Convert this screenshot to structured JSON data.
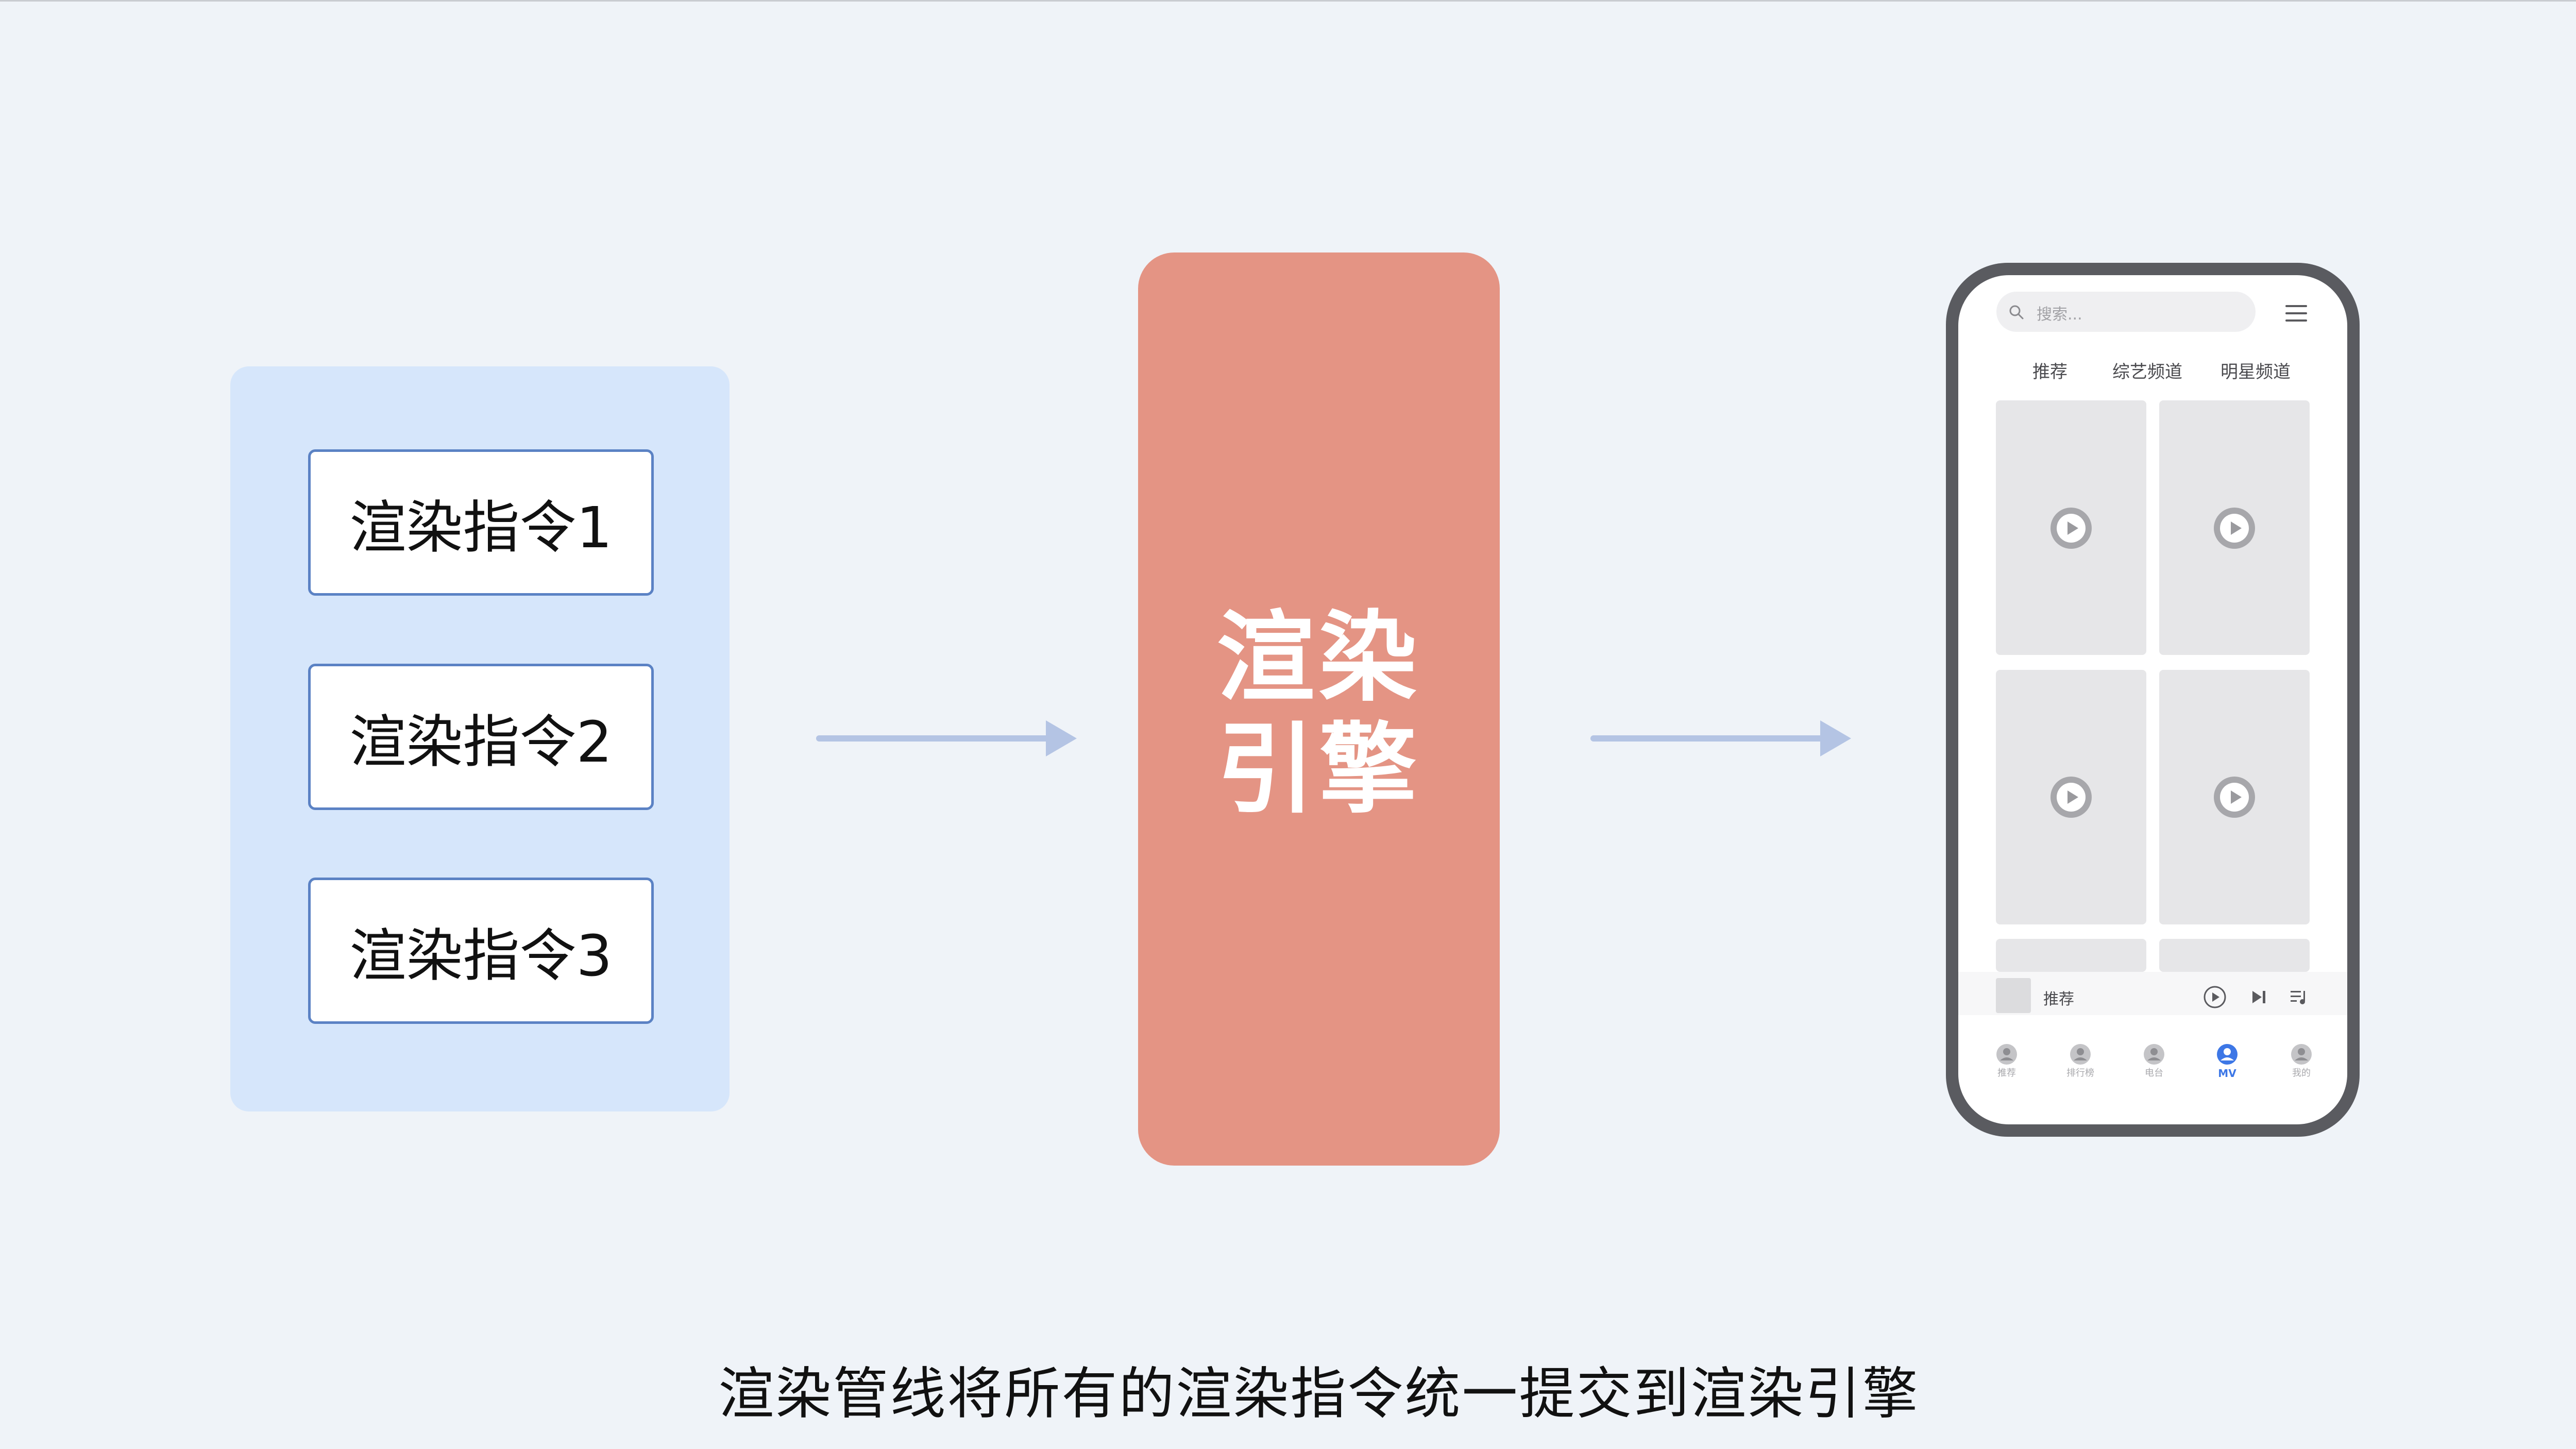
{
  "commands": [
    {
      "label": "渲染指令1"
    },
    {
      "label": "渲染指令2"
    },
    {
      "label": "渲染指令3"
    }
  ],
  "engine": {
    "line1": "渲染",
    "line2": "引擎"
  },
  "phone": {
    "search_placeholder": "搜索...",
    "tabs": [
      "推荐",
      "综艺频道",
      "明星频道"
    ],
    "mini_player_title": "推荐",
    "nav": [
      {
        "label": "推荐",
        "active": false
      },
      {
        "label": "排行榜",
        "active": false
      },
      {
        "label": "电台",
        "active": false
      },
      {
        "label": "MV",
        "active": true
      },
      {
        "label": "我的",
        "active": false
      }
    ]
  },
  "colors": {
    "background": "#eff3f8",
    "command_panel": "#d6e6fb",
    "command_border": "#5b82c4",
    "engine": "#e49484",
    "arrow": "#b4c4e4",
    "phone_frame": "#5a5b60",
    "nav_active": "#3d77e6"
  },
  "caption": "渲染管线将所有的渲染指令统一提交到渲染引擎"
}
